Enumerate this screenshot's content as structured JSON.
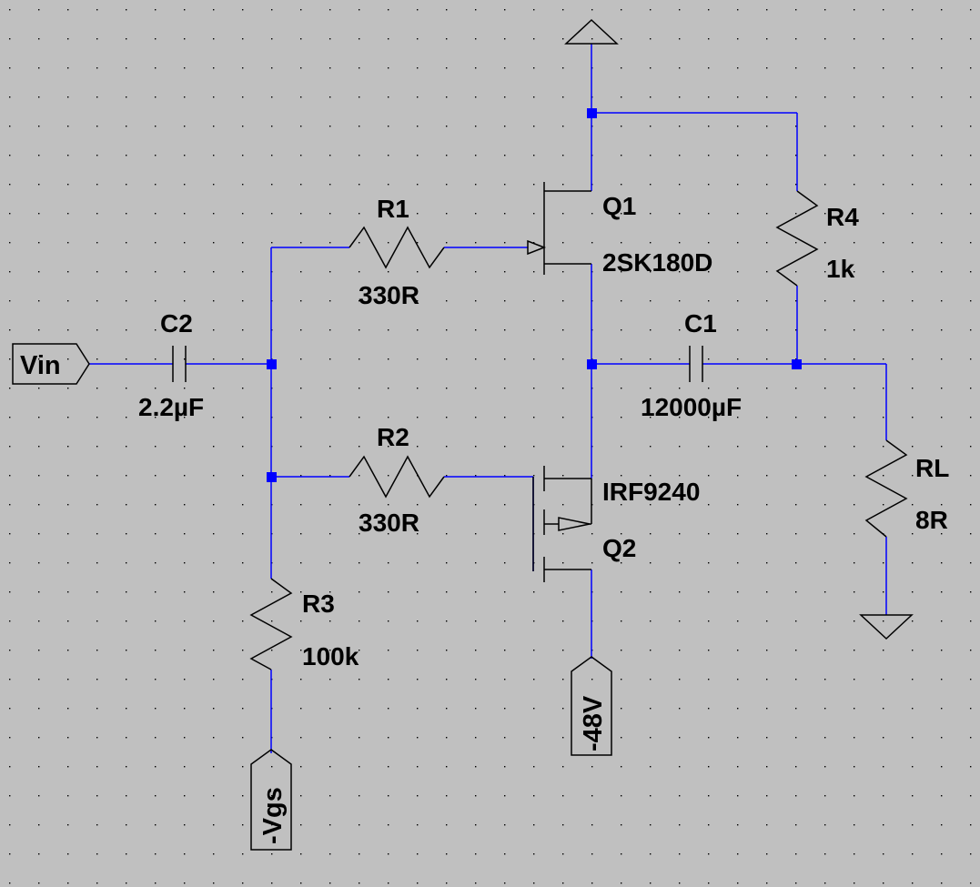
{
  "components": {
    "r1": {
      "name": "R1",
      "value": "330R"
    },
    "r2": {
      "name": "R2",
      "value": "330R"
    },
    "r3": {
      "name": "R3",
      "value": "100k"
    },
    "r4": {
      "name": "R4",
      "value": "1k"
    },
    "rl": {
      "name": "RL",
      "value": "8R"
    },
    "c1": {
      "name": "C1",
      "value": "12000µF"
    },
    "c2": {
      "name": "C2",
      "value": "2.2µF"
    },
    "q1": {
      "name": "Q1",
      "value": "2SK180D"
    },
    "q2": {
      "name": "Q2",
      "value": "IRF9240"
    }
  },
  "ports": {
    "vin": "Vin",
    "vgs": "-Vgs",
    "neg48": "-48V"
  },
  "colors": {
    "background": "#c0c0c0",
    "wire": "#0000ff",
    "device": "#000000",
    "grid": "#000000"
  }
}
